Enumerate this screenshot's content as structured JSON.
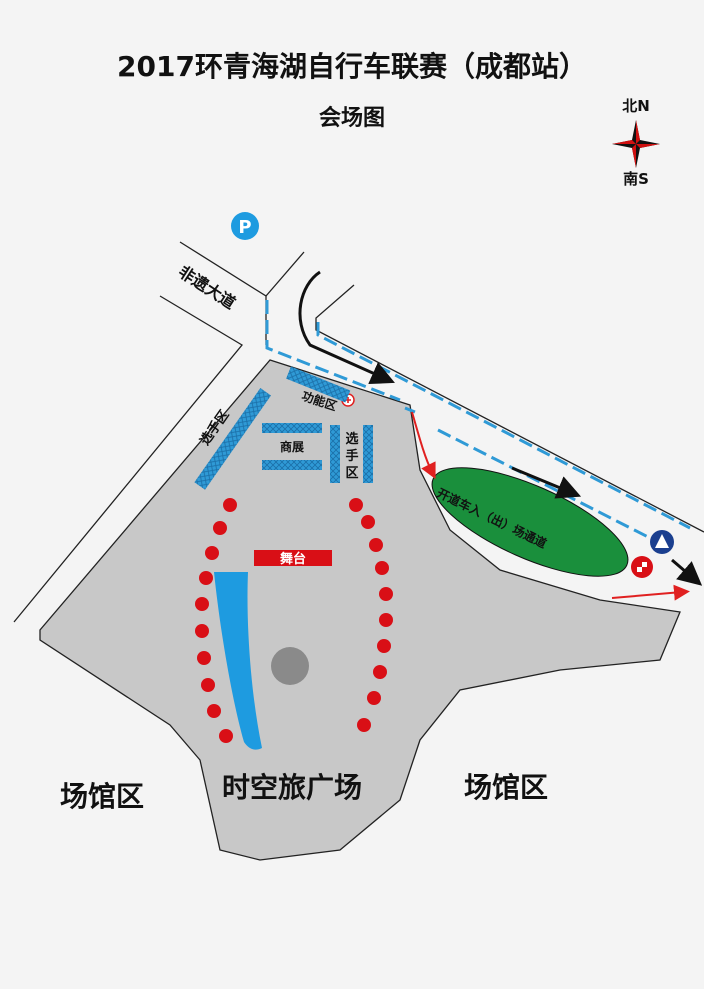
{
  "header": {
    "title": "2017环青海湖自行车联赛（成都站）",
    "subtitle": "会场图"
  },
  "compass": {
    "north": "北N",
    "south": "南S"
  },
  "parking": {
    "symbol": "P"
  },
  "roads": {
    "avenue": "非遗大道",
    "service_road": "开道车入（出）场通道"
  },
  "zones": {
    "function_area": "功能区",
    "athlete_area_1": "选手区",
    "athlete_area_2": [
      "选",
      "手",
      "区"
    ],
    "commerce_area": "商展",
    "stage": "舞台",
    "plaza": "时空旅广场",
    "venue_left": "场馆区",
    "venue_right": "场馆区"
  },
  "colors": {
    "plaza_fill": "#c8c8c8",
    "zone_blue": "#2f9ad6",
    "pond_blue": "#1e9be0",
    "stage_red": "#d90f16",
    "lawn_green": "#1a8f3c",
    "arrow_red": "#e02020",
    "arrow_black": "#111111",
    "dash_blue": "#2f9ad6"
  }
}
